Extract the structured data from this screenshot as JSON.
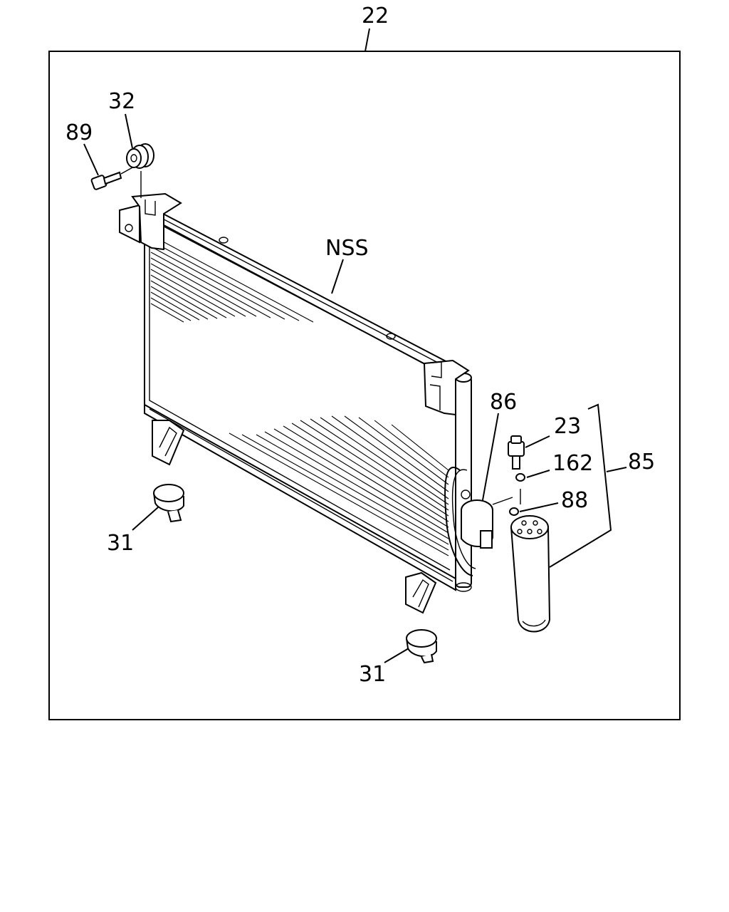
{
  "diagram": {
    "labels": {
      "assembly": "22",
      "grommet": "32",
      "bolt": "89",
      "condenser": "NSS",
      "bracket": "86",
      "switch": "23",
      "oring_a": "162",
      "oring_b": "88",
      "receiver_drier": "85",
      "rubber_mount_left": "31",
      "rubber_mount_right": "31"
    }
  }
}
